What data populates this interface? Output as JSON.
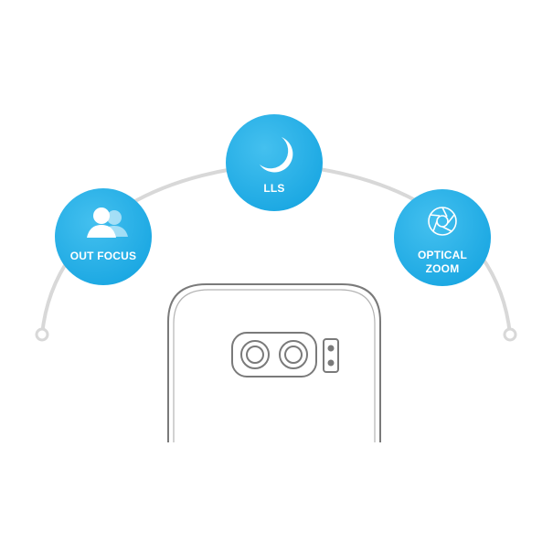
{
  "colors": {
    "arc": "#d8d8d8",
    "badge_fill": "#1aa7e2",
    "badge_highlight": "#44c0ef",
    "badge_text": "#ffffff",
    "phone_outline": "#7a7a7a",
    "background": "#ffffff"
  },
  "features": [
    {
      "id": "out-focus",
      "label_lines": [
        "OUT FOCUS"
      ],
      "icon": "people-icon"
    },
    {
      "id": "lls",
      "label_lines": [
        "LLS"
      ],
      "icon": "moon-icon"
    },
    {
      "id": "optical-zoom",
      "label_lines": [
        "OPTICAL",
        "ZOOM"
      ],
      "icon": "aperture-icon"
    }
  ],
  "phone": {
    "camera_lenses": 2,
    "sensor_dots": 2
  }
}
